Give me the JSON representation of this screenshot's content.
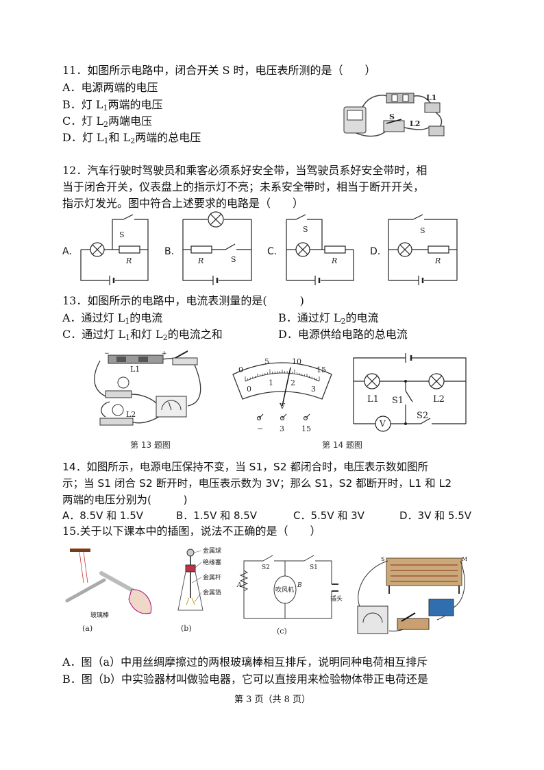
{
  "q11": {
    "stem": "11．如图所示电路中，闭合开关 S 时，电压表所测的是（　　）",
    "A": "A．电源两端的电压",
    "B_pre": "B．灯 L",
    "B_sub": "1",
    "B_post": "两端的电压",
    "C_pre": "C．灯 L",
    "C_sub": "2",
    "C_post": "两端电压",
    "D_pre": "D．灯 L",
    "D_sub1": "1",
    "D_mid": "和 L",
    "D_sub2": "2",
    "D_post": "两端的总电压",
    "fig": {
      "l1": "L1",
      "l2": "L2",
      "s": "S"
    }
  },
  "q12": {
    "line1": "12．汽车行驶时驾驶员和乘客必须系好安全带，当驾驶员系好安全带时，相",
    "line2": "当于闭合开关，仪表盘上的指示灯不亮；未系安全带时，相当于断开开关，",
    "line3": "指示灯发光。图中符合上述要求的电路是（　　）",
    "options": [
      "A.",
      "B.",
      "C.",
      "D."
    ],
    "s": "S",
    "r": "R"
  },
  "q13": {
    "stem": "13．如图所示的电路中，电流表测量的是(　　　)",
    "A_pre": "A．通过灯 L",
    "A_sub": "1",
    "A_post": "的电流",
    "B_pre": "B．通过灯 L",
    "B_sub": "2",
    "B_post": "的电流",
    "C_pre": "C．通过灯 L",
    "C_sub1": "1",
    "C_mid": "和灯 L",
    "C_sub2": "2",
    "C_post": "的电流之和",
    "D": "D．电源供给电路的总电流",
    "caption13": "第 13 题图",
    "caption14": "第 14 题图",
    "fig13": {
      "l1": "L1",
      "l2": "L2"
    },
    "meter": {
      "top_ticks": [
        "0",
        "5",
        "10",
        "15"
      ],
      "bottom_ticks": [
        "0",
        "1",
        "2",
        "3"
      ],
      "unit": "V",
      "terminals": [
        "−",
        "3",
        "15"
      ]
    },
    "fig14": {
      "l1": "L1",
      "l2": "L2",
      "s1": "S1",
      "s2": "S2",
      "v": "V"
    }
  },
  "q14": {
    "line1": "14．如图所示，电源电压保持不变，当 S1，S2 都闭合时，电压表示数如图所",
    "line2": "示；当 S1 闭合 S2 断开时，电压表示数为 3V；那么 S1，S2 都断开时，L1 和 L2",
    "line3": "两端的电压分别为(　　　)",
    "options": [
      "A．8.5V 和 1.5V",
      "B．1.5V 和 8.5V",
      "C．5.5V 和 3V",
      "D．3V 和 5.5V"
    ]
  },
  "q15": {
    "stem": "15.关于以下课本中的插图，说法不正确的是（　　）",
    "fig_a": {
      "label": "玻璃棒",
      "caption": "(a)"
    },
    "fig_b": {
      "labels": [
        "金属球",
        "绝缘塞",
        "金属杆",
        "金属箔"
      ],
      "caption": "(b)"
    },
    "fig_c": {
      "s2": "S2",
      "s1": "S1",
      "a": "A",
      "b": "B",
      "motor": "吹风机",
      "plug": "插头",
      "caption": "(c)"
    },
    "fig_d": {
      "s": "S",
      "m": "M"
    },
    "A": "A．图（a）中用丝绸摩擦过的两根玻璃棒相互排斥，说明同种电荷相互排斥",
    "B": "B．图（b）中实验器材叫做验电器，它可以直接用来检验物体带正电荷还是"
  },
  "footer": "第 3 页（共 8 页）"
}
